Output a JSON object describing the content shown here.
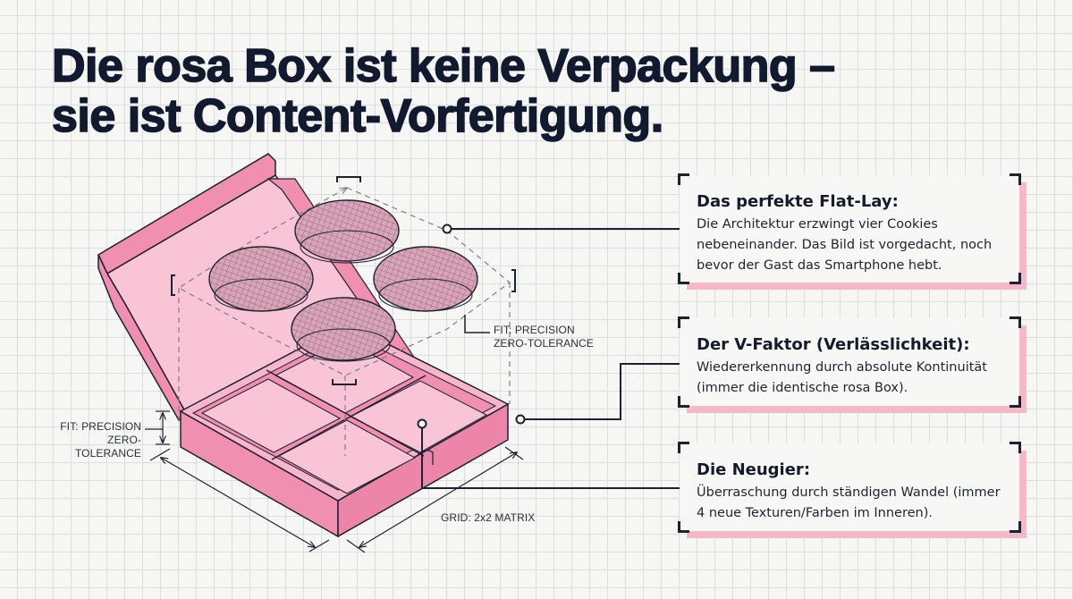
{
  "title": {
    "line1": "Die rosa Box ist keine Verpackung –",
    "line2": "sie ist Content-Vorfertigung."
  },
  "diagram": {
    "labels": {
      "fit_right_line1": "FIT: PRECISION",
      "fit_right_line2": "ZERO-TOLERANCE",
      "fit_left_line1": "FIT: PRECISION",
      "fit_left_line2": "ZERO-TOLERANCE",
      "grid": "GRID: 2x2 MATRIX"
    },
    "colors": {
      "box_pink": "#f08fb0",
      "box_light": "#f7b6cc",
      "box_inner": "#f9c4d5",
      "outline": "#1d2230",
      "cookie": "#d9a3b8",
      "shadow_pink": "#f4b8c8"
    }
  },
  "cards": [
    {
      "heading": "Das perfekte Flat-Lay:",
      "text": "Die Architektur erzwingt vier Cookies nebeneinander. Das Bild ist vorgedacht, noch bevor der Gast das Smartphone hebt."
    },
    {
      "heading": "Der V-Faktor (Verlässlichkeit):",
      "text": "Wiedererkennung durch absolute Kontinuität (immer die identische rosa Box)."
    },
    {
      "heading": "Die Neugier:",
      "text": "Überraschung durch ständigen Wandel (immer 4 neue Texturen/Farben im Inneren)."
    }
  ]
}
